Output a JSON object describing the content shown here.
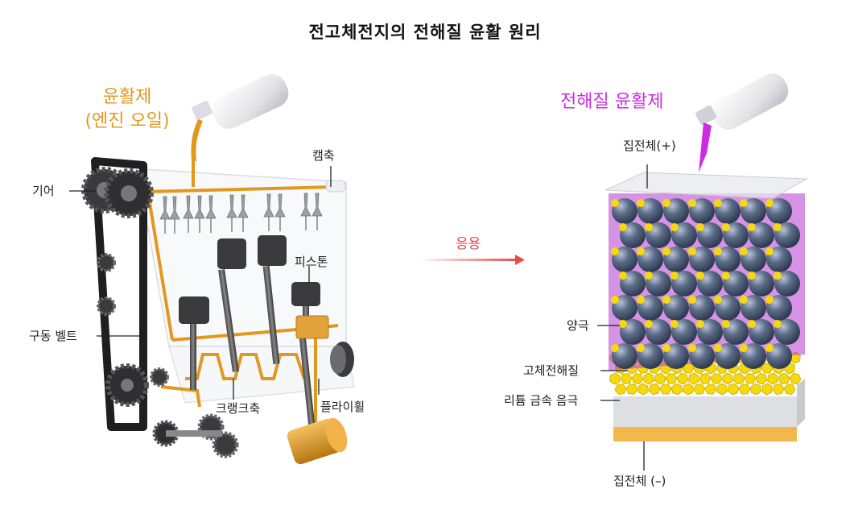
{
  "title": "전고체전지의 전해질 윤활 원리",
  "left": {
    "lubricant_line1": "윤활제",
    "lubricant_line2": "(엔진 오일)",
    "camshaft": "캠축",
    "gear": "기어",
    "piston": "피스톤",
    "drive_belt": "구동 벨트",
    "crankshaft": "크랭크축",
    "flywheel": "플라이휠"
  },
  "arrow": {
    "label": "응용"
  },
  "right": {
    "electrolyte_lubricant": "전해질 윤활제",
    "collector_plus": "집전체(+)",
    "cathode": "양극",
    "solid_electrolyte": "고체전해질",
    "lithium_anode": "리튬 금속 음극",
    "collector_minus": "집전체 (–)"
  },
  "colors": {
    "lubricant": "#e2981f",
    "electrolyte": "#cc2be3",
    "arrow": "#e84a4a",
    "cathode_sphere": "#5a6b85",
    "electrolyte_grain": "#f5d90a"
  }
}
